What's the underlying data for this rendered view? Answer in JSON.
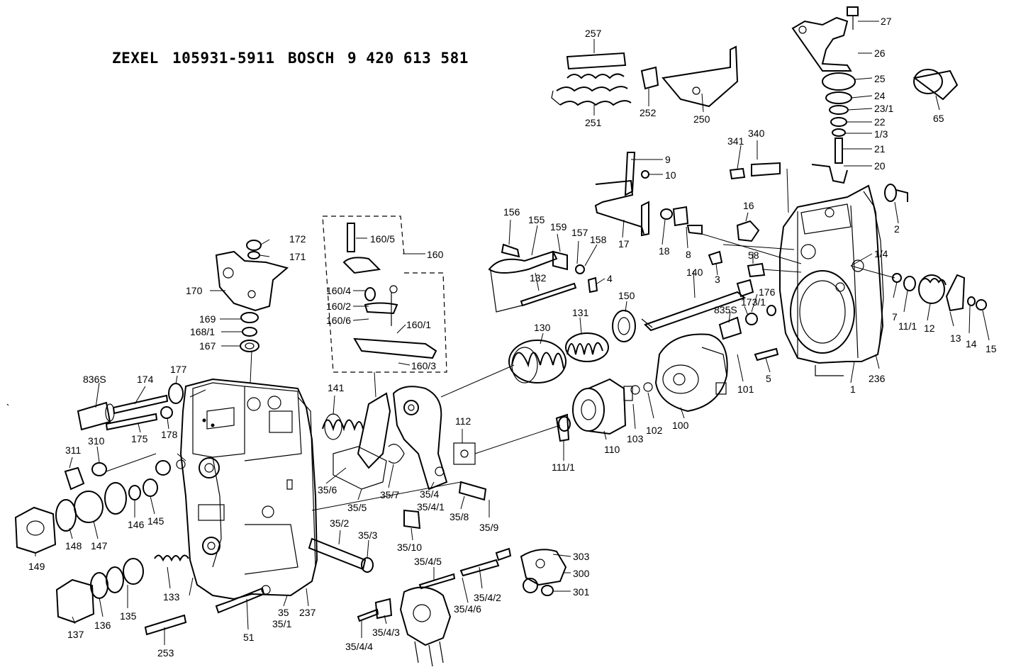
{
  "header": {
    "brand1": "ZEXEL",
    "number1": "105931-5911",
    "brand2": "BOSCH",
    "number2": "9 420 613 581"
  },
  "labels": {
    "l257": "257",
    "l251": "251",
    "l252": "252",
    "l250": "250",
    "l27": "27",
    "l26": "26",
    "l25": "25",
    "l24": "24",
    "l23_1": "23/1",
    "l22": "22",
    "l1_3": "1/3",
    "l21": "21",
    "l20": "20",
    "l65": "65",
    "l2": "2",
    "l1_4": "1/4",
    "l341": "341",
    "l340": "340",
    "l9": "9",
    "l10": "10",
    "l16": "16",
    "l58": "58",
    "l3": "3",
    "l156": "156",
    "l155": "155",
    "l159": "159",
    "l157": "157",
    "l158": "158",
    "l4": "4",
    "l132": "132",
    "l17": "17",
    "l18": "18",
    "l8": "8",
    "l140": "140",
    "l176": "176",
    "l173_1": "173/1",
    "l835S": "835S",
    "l150": "150",
    "l131": "131",
    "l130": "130",
    "l172": "172",
    "l171": "171",
    "l170": "170",
    "l169": "169",
    "l168_1": "168/1",
    "l167": "167",
    "l160_5": "160/5",
    "l160": "160",
    "l160_4": "160/4",
    "l160_2": "160/2",
    "l160_6": "160/6",
    "l160_1": "160/1",
    "l160_3": "160/3",
    "l7": "7",
    "l11_1": "11/1",
    "l12": "12",
    "l13": "13",
    "l14": "14",
    "l15": "15",
    "l236": "236",
    "l1": "1",
    "l101": "101",
    "l5": "5",
    "l100": "100",
    "l102": "102",
    "l103": "103",
    "l110": "110",
    "l111_1": "111/1",
    "l112": "112",
    "l836S": "836S",
    "l174": "174",
    "l177": "177",
    "l175": "175",
    "l178": "178",
    "l141": "141",
    "l311": "311",
    "l310": "310",
    "l146": "146",
    "l145": "145",
    "l149": "149",
    "l148": "148",
    "l147": "147",
    "l35_6": "35/6",
    "l35_5": "35/5",
    "l35_7": "35/7",
    "l35_4": "35/4",
    "l35_4_1": "35/4/1",
    "l35_8": "35/8",
    "l35_9": "35/9",
    "l35_10": "35/10",
    "l35_2": "35/2",
    "l35_3": "35/3",
    "l133": "133",
    "l137": "137",
    "l136": "136",
    "l135": "135",
    "l253": "253",
    "l51": "51",
    "l35": "35",
    "l35_1": "35/1",
    "l237": "237",
    "l35_4_5": "35/4/5",
    "l35_4_2": "35/4/2",
    "l35_4_6": "35/4/6",
    "l35_4_3": "35/4/3",
    "l35_4_4": "35/4/4",
    "l303": "303",
    "l300": "300",
    "l301": "301"
  }
}
